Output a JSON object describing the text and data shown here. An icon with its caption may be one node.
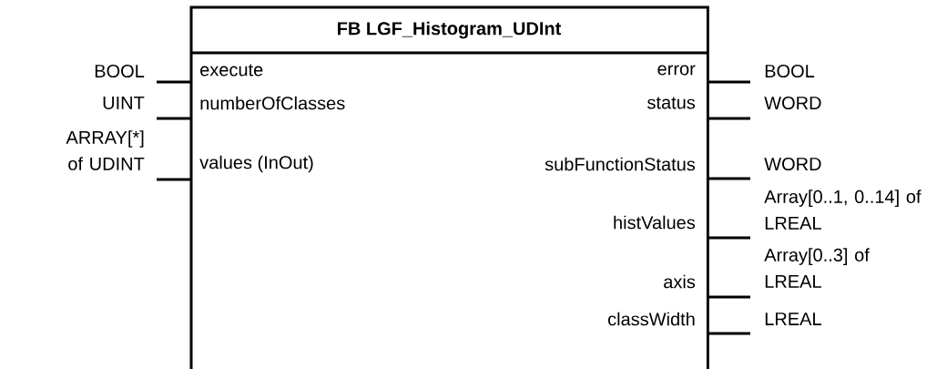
{
  "diagram": {
    "nodes": [
      {
        "text": [
          "FB LGF_Histogram_UDInt",
          "execute",
          "error",
          "numberOfClasses",
          "status",
          "values (InOut)",
          "subFunctionStatus",
          "histValues",
          "axis",
          "classWidth"
        ]
      },
      {
        "text": [
          "BOOL"
        ]
      },
      {
        "text": [
          "UINT"
        ]
      },
      {
        "text": [
          "ARRAY[*] of UDINT"
        ]
      },
      {
        "text": [
          "BOOL"
        ]
      },
      {
        "text": [
          "WORD"
        ]
      },
      {
        "text": [
          "WORD"
        ]
      },
      {
        "text": [
          "Array[0..1, 0..14] of LREAL"
        ]
      },
      {
        "text": [
          "Array[0..3] of LREAL"
        ]
      },
      {
        "text": [
          "LREAL"
        ]
      }
    ],
    "edges": [
      {
        "from": 1,
        "to": 0,
        "arrow": "none"
      },
      {
        "from": 2,
        "to": 0,
        "arrow": "none"
      },
      {
        "from": 3,
        "to": 0,
        "arrow": "none"
      },
      {
        "from": 0,
        "to": 4,
        "arrow": "none"
      },
      {
        "from": 0,
        "to": 5,
        "arrow": "none"
      },
      {
        "from": 0,
        "to": 6,
        "arrow": "none"
      },
      {
        "from": 0,
        "to": 7,
        "arrow": "none"
      },
      {
        "from": 0,
        "to": 8,
        "arrow": "none"
      },
      {
        "from": 0,
        "to": 9,
        "arrow": "none"
      }
    ]
  }
}
